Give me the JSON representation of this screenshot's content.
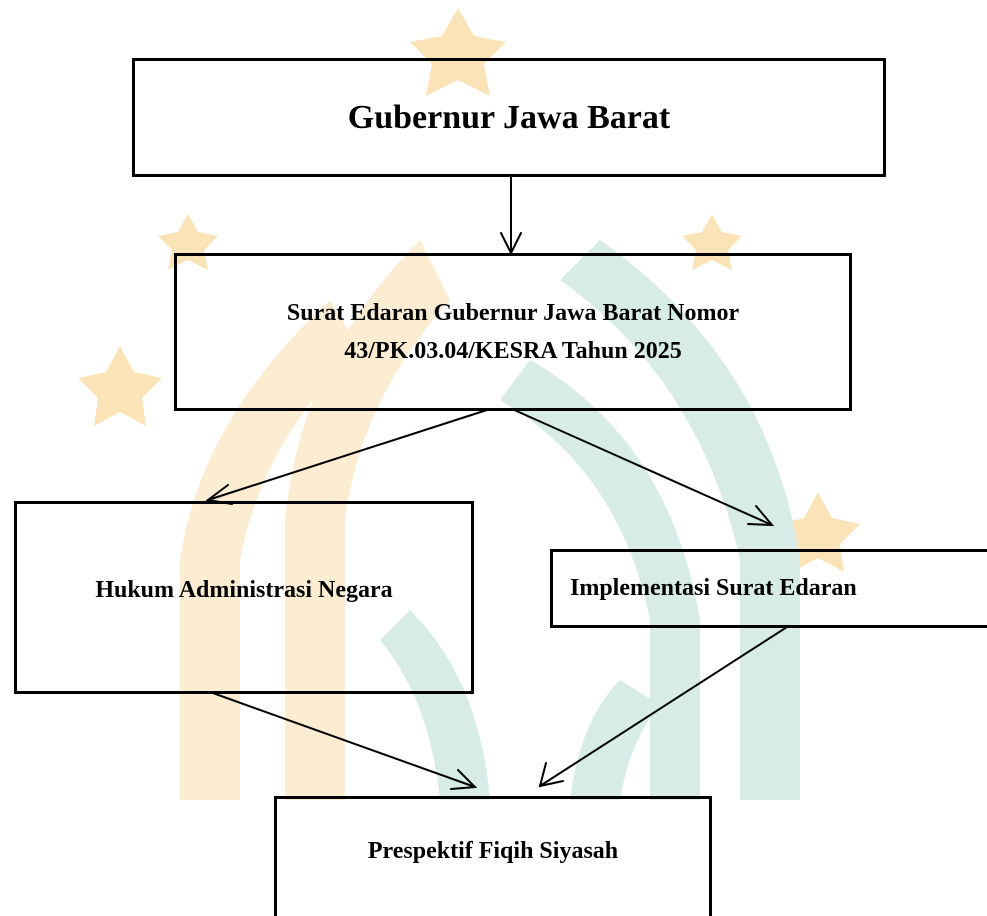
{
  "diagram": {
    "nodes": {
      "gubernur": "Gubernur Jawa Barat",
      "surat_line1": "Surat Edaran Gubernur Jawa Barat Nomor",
      "surat_line2": "43/PK.03.04/KESRA Tahun 2025",
      "hukum": "Hukum Administrasi Negara",
      "implementasi": "Implementasi Surat Edaran",
      "fiqih": "Prespektif Fiqih Siyasah"
    },
    "edges": [
      {
        "from": "gubernur",
        "to": "surat"
      },
      {
        "from": "surat",
        "to": "hukum"
      },
      {
        "from": "surat",
        "to": "implementasi"
      },
      {
        "from": "hukum",
        "to": "fiqih"
      },
      {
        "from": "implementasi",
        "to": "fiqih"
      }
    ]
  },
  "colors": {
    "watermark_star": "#fbe3b8",
    "watermark_orange": "#fcecd2",
    "watermark_teal": "#d7ece6",
    "line": "#000000"
  }
}
